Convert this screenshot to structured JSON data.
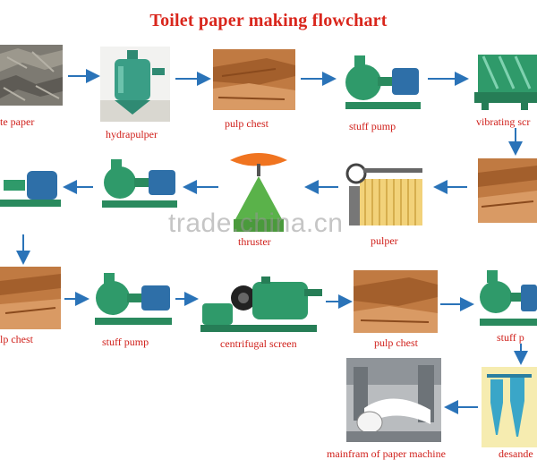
{
  "title": "Toilet paper making flowchart",
  "watermark": "trade.china.cn",
  "colors": {
    "title": "#d9261c",
    "label": "#d0201b",
    "arrow": "#2a73b8",
    "machine": "#2f9a6a"
  },
  "steps": {
    "waste_paper": "te paper",
    "hydrapulper": "hydrapulper",
    "pulp_chest_1": "pulp chest",
    "stuff_pump_1": "stuff  pump",
    "vibrating_screen": "vibrating scr",
    "thruster": "thruster",
    "pulper": "pulper",
    "pulp_chest_3": "lp chest",
    "stuff_pump_3": "stuff  pump",
    "centrifugal_screen": "centrifugal screen",
    "pulp_chest_4": "pulp chest",
    "stuff_pump_4": "stuff  p",
    "desander": "desande",
    "paper_machine": "mainfram of paper machine"
  }
}
